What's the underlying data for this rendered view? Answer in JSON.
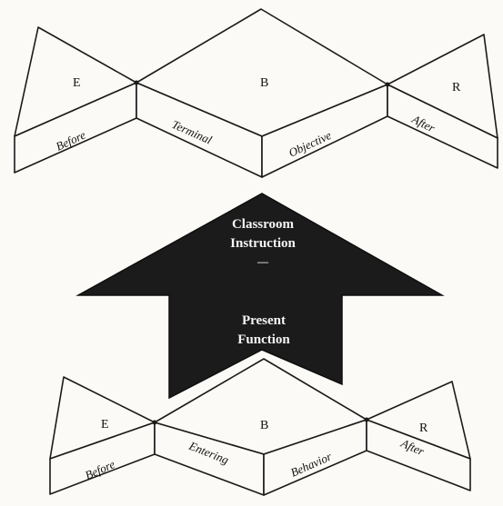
{
  "top_model": {
    "letters": [
      "E",
      "B",
      "R"
    ],
    "band_labels": [
      "Before",
      "Terminal",
      "Objective",
      "After"
    ]
  },
  "arrow": {
    "upper_label": [
      "Classroom",
      "Instruction"
    ],
    "separator": "—",
    "lower_label": [
      "Present",
      "Function"
    ],
    "fill_color": "#1b1b1b"
  },
  "bottom_model": {
    "letters": [
      "E",
      "B",
      "R"
    ],
    "band_labels": [
      "Before",
      "Entering",
      "Behavior",
      "After"
    ]
  },
  "colors": {
    "line": "#1a1a1a",
    "paper": "#fbfaf6",
    "arrow": "#1b1b1b",
    "arrow_text": "#f5f5f5"
  }
}
